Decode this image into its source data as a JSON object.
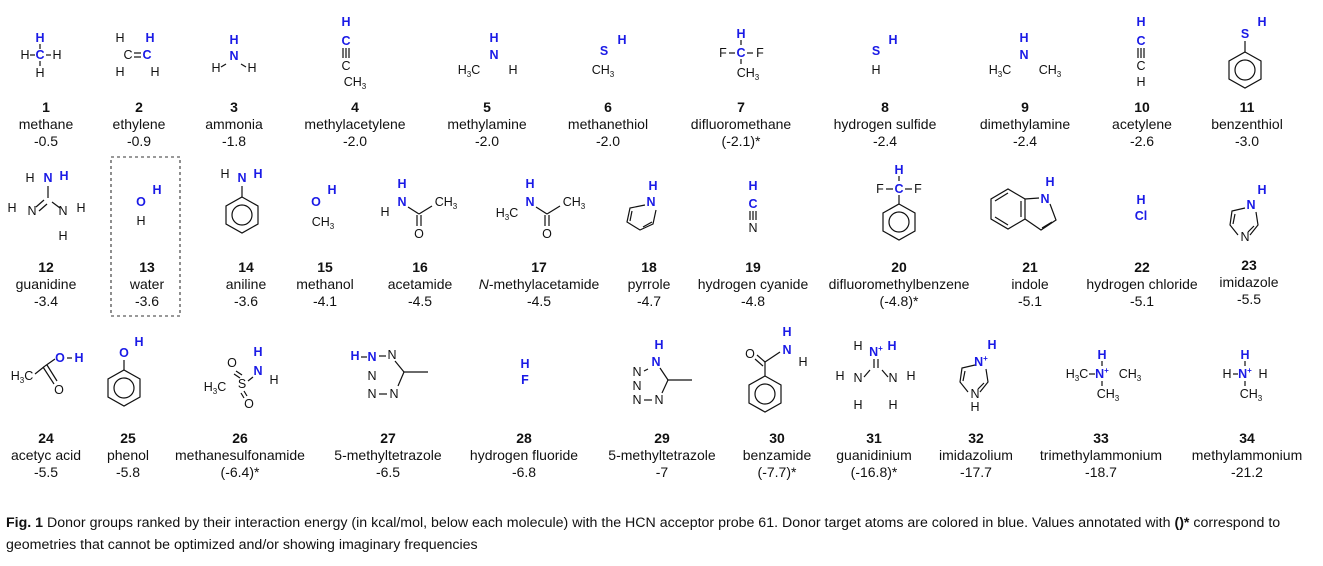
{
  "caption": {
    "label": "Fig. 1",
    "text_a": " Donor groups ranked by their interaction energy (in kcal/mol, below each molecule) with the HCN acceptor probe 61.  Donor target atoms are colored in blue.  Values annotated with ",
    "marker": "()*",
    "text_b": " correspond to geometries that cannot be optimized and/or showing imaginary frequencies"
  },
  "colors": {
    "donor_atom": "#1a1ae6",
    "text": "#111111",
    "highlight_box": "#333333"
  },
  "highlighted_molecule": "13",
  "molecules": [
    {
      "number": "1",
      "name": "methane",
      "energy": "-0.5"
    },
    {
      "number": "2",
      "name": "ethylene",
      "energy": "-0.9"
    },
    {
      "number": "3",
      "name": "ammonia",
      "energy": "-1.8"
    },
    {
      "number": "4",
      "name": "methylacetylene",
      "energy": "-2.0"
    },
    {
      "number": "5",
      "name": "methylamine",
      "energy": "-2.0"
    },
    {
      "number": "6",
      "name": "methanethiol",
      "energy": "-2.0"
    },
    {
      "number": "7",
      "name": "difluoromethane",
      "energy": "(-2.1)*"
    },
    {
      "number": "8",
      "name": "hydrogen sulfide",
      "energy": "-2.4"
    },
    {
      "number": "9",
      "name": "dimethylamine",
      "energy": "-2.4"
    },
    {
      "number": "10",
      "name": "acetylene",
      "energy": "-2.6"
    },
    {
      "number": "11",
      "name": "benzenthiol",
      "energy": "-3.0"
    },
    {
      "number": "12",
      "name": "guanidine",
      "energy": "-3.4"
    },
    {
      "number": "13",
      "name": "water",
      "energy": "-3.6"
    },
    {
      "number": "14",
      "name": "aniline",
      "energy": "-3.6"
    },
    {
      "number": "15",
      "name": "methanol",
      "energy": "-4.1"
    },
    {
      "number": "16",
      "name": "acetamide",
      "energy": "-4.5"
    },
    {
      "number": "17",
      "name": "N-methylacetamide",
      "energy": "-4.5"
    },
    {
      "number": "18",
      "name": "pyrrole",
      "energy": "-4.7"
    },
    {
      "number": "19",
      "name": "hydrogen cyanide",
      "energy": "-4.8"
    },
    {
      "number": "20",
      "name": "difluoromethylbenzene",
      "energy": "(-4.8)*"
    },
    {
      "number": "21",
      "name": "indole",
      "energy": "-5.1"
    },
    {
      "number": "22",
      "name": "hydrogen chloride",
      "energy": "-5.1"
    },
    {
      "number": "23",
      "name": "imidazole",
      "energy": "-5.5"
    },
    {
      "number": "24",
      "name": "acetyc acid",
      "energy": "-5.5"
    },
    {
      "number": "25",
      "name": "phenol",
      "energy": "-5.8"
    },
    {
      "number": "26",
      "name": "methanesulfonamide",
      "energy": "(-6.4)*"
    },
    {
      "number": "27",
      "name": "5-methyltetrazole",
      "energy": "-6.5"
    },
    {
      "number": "28",
      "name": "hydrogen fluoride",
      "energy": "-6.8"
    },
    {
      "number": "29",
      "name": "5-methyltetrazole",
      "energy": "-7"
    },
    {
      "number": "30",
      "name": "benzamide",
      "energy": "(-7.7)*"
    },
    {
      "number": "31",
      "name": "guanidinium",
      "energy": "(-16.8)*"
    },
    {
      "number": "32",
      "name": "imidazolium",
      "energy": "-17.7"
    },
    {
      "number": "33",
      "name": "trimethylammonium",
      "energy": "-18.7"
    },
    {
      "number": "34",
      "name": "methylammonium",
      "energy": "-21.2"
    }
  ]
}
